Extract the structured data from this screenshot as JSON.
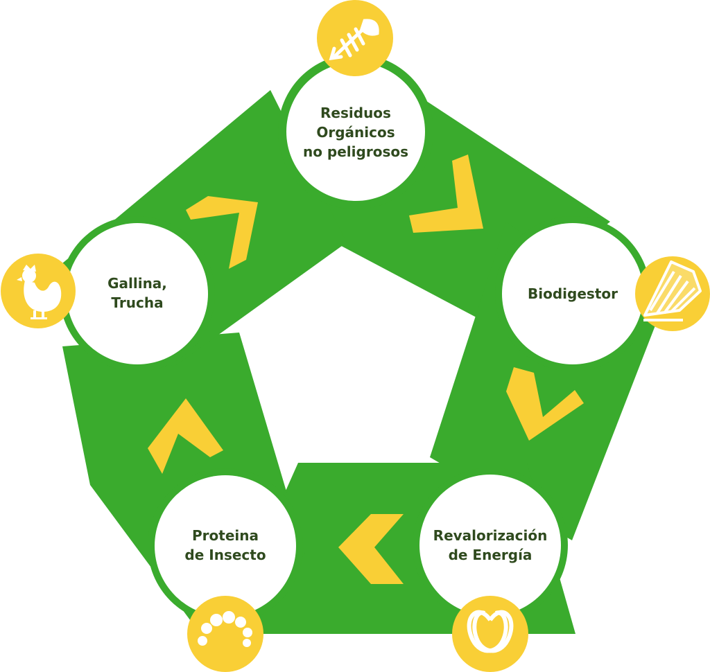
{
  "diagram": {
    "colors": {
      "band": "#3aab2d",
      "node": "#ffffff",
      "arrow": "#f9cf36",
      "badge": "#f9cf36",
      "icon": "#ffffff",
      "text": "#2f4a1e"
    },
    "nodes": [
      {
        "id": "residuos",
        "lines": [
          "Residuos",
          "Orgánicos",
          "no peligrosos"
        ],
        "icon": "fish-bone-icon"
      },
      {
        "id": "biodigestor",
        "lines": [
          "Biodigestor"
        ],
        "icon": "biodigester-icon"
      },
      {
        "id": "revalorizacion",
        "lines": [
          "Revalorización",
          "de Energía"
        ],
        "icon": "energy-loop-icon"
      },
      {
        "id": "proteina",
        "lines": [
          "Proteina",
          "de Insecto"
        ],
        "icon": "larva-icon"
      },
      {
        "id": "gallina",
        "lines": [
          "Gallina,",
          "Trucha"
        ],
        "icon": "chicken-icon"
      }
    ]
  }
}
